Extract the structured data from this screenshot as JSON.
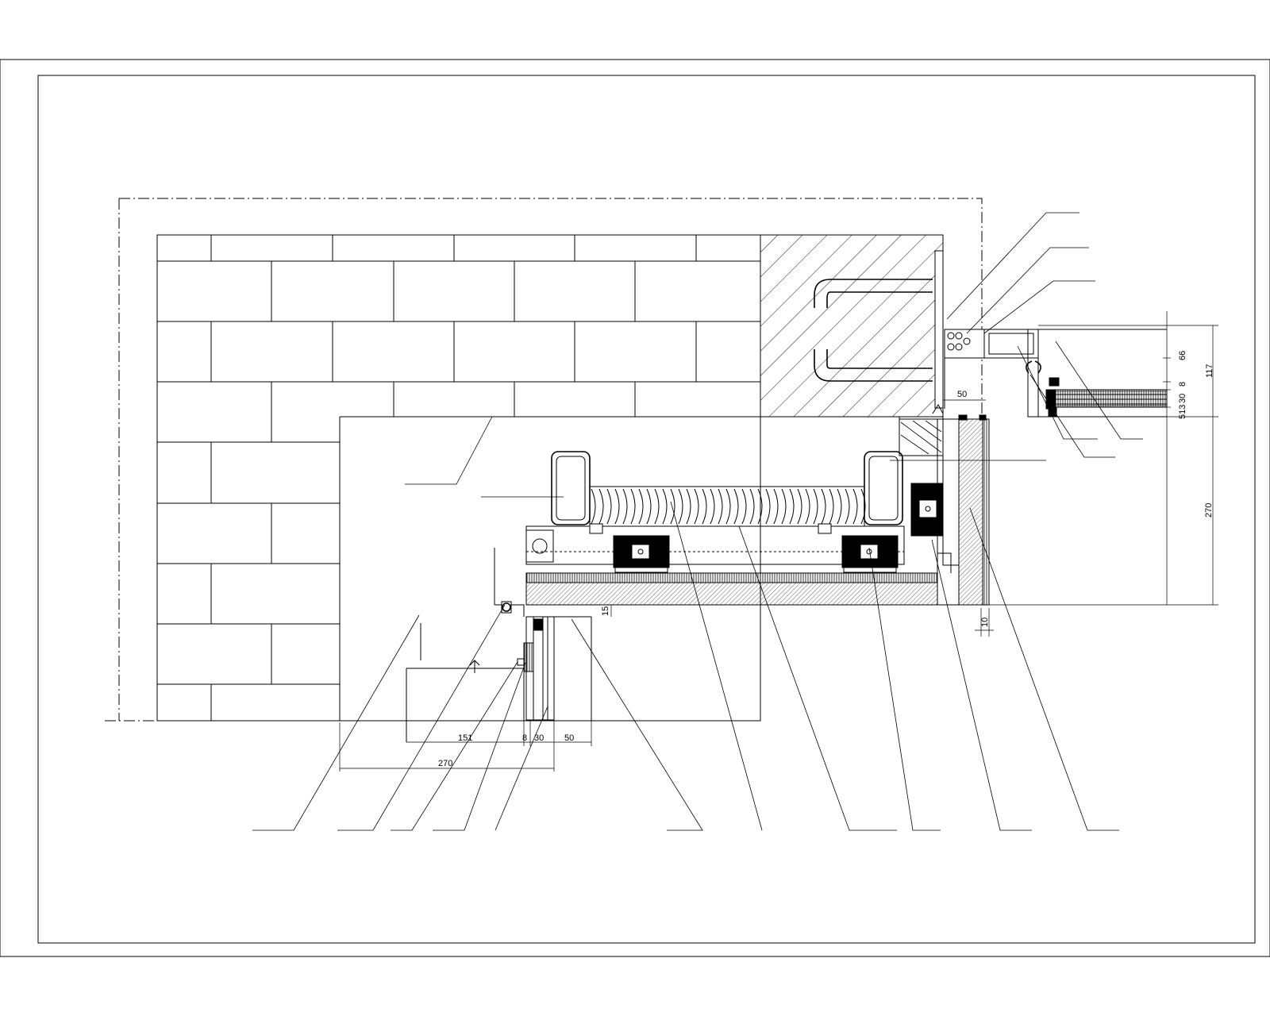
{
  "drawing": {
    "dimensions": {
      "d50_top": "50",
      "d66": "66",
      "d117": "117",
      "d8_right": "8",
      "d30_right": "30",
      "d513": "513",
      "d270_right": "270",
      "d15": "15",
      "d10": "10",
      "d151": "151",
      "d8_bottom": "8",
      "d30_bottom": "30",
      "d50_bottom": "50",
      "d270_bottom": "270"
    },
    "labels": {
      "top_1": "",
      "top_2a": "",
      "top_2b": "",
      "top_3": "",
      "right_1": "",
      "right_2": "",
      "right_3": "",
      "right_4a": "",
      "right_4b": "",
      "left_1": "",
      "left_2a": "",
      "left_2b": "",
      "bottom_1": "",
      "bottom_2": "",
      "bottom_3a": "",
      "bottom_3b": "",
      "bottom_4a": "",
      "bottom_4b": "",
      "bottom_5": "",
      "bottom_6a": "",
      "bottom_6b": "",
      "bottom_7": "",
      "bottom_8": "",
      "bottom_9": "",
      "bottom_10": ""
    }
  }
}
